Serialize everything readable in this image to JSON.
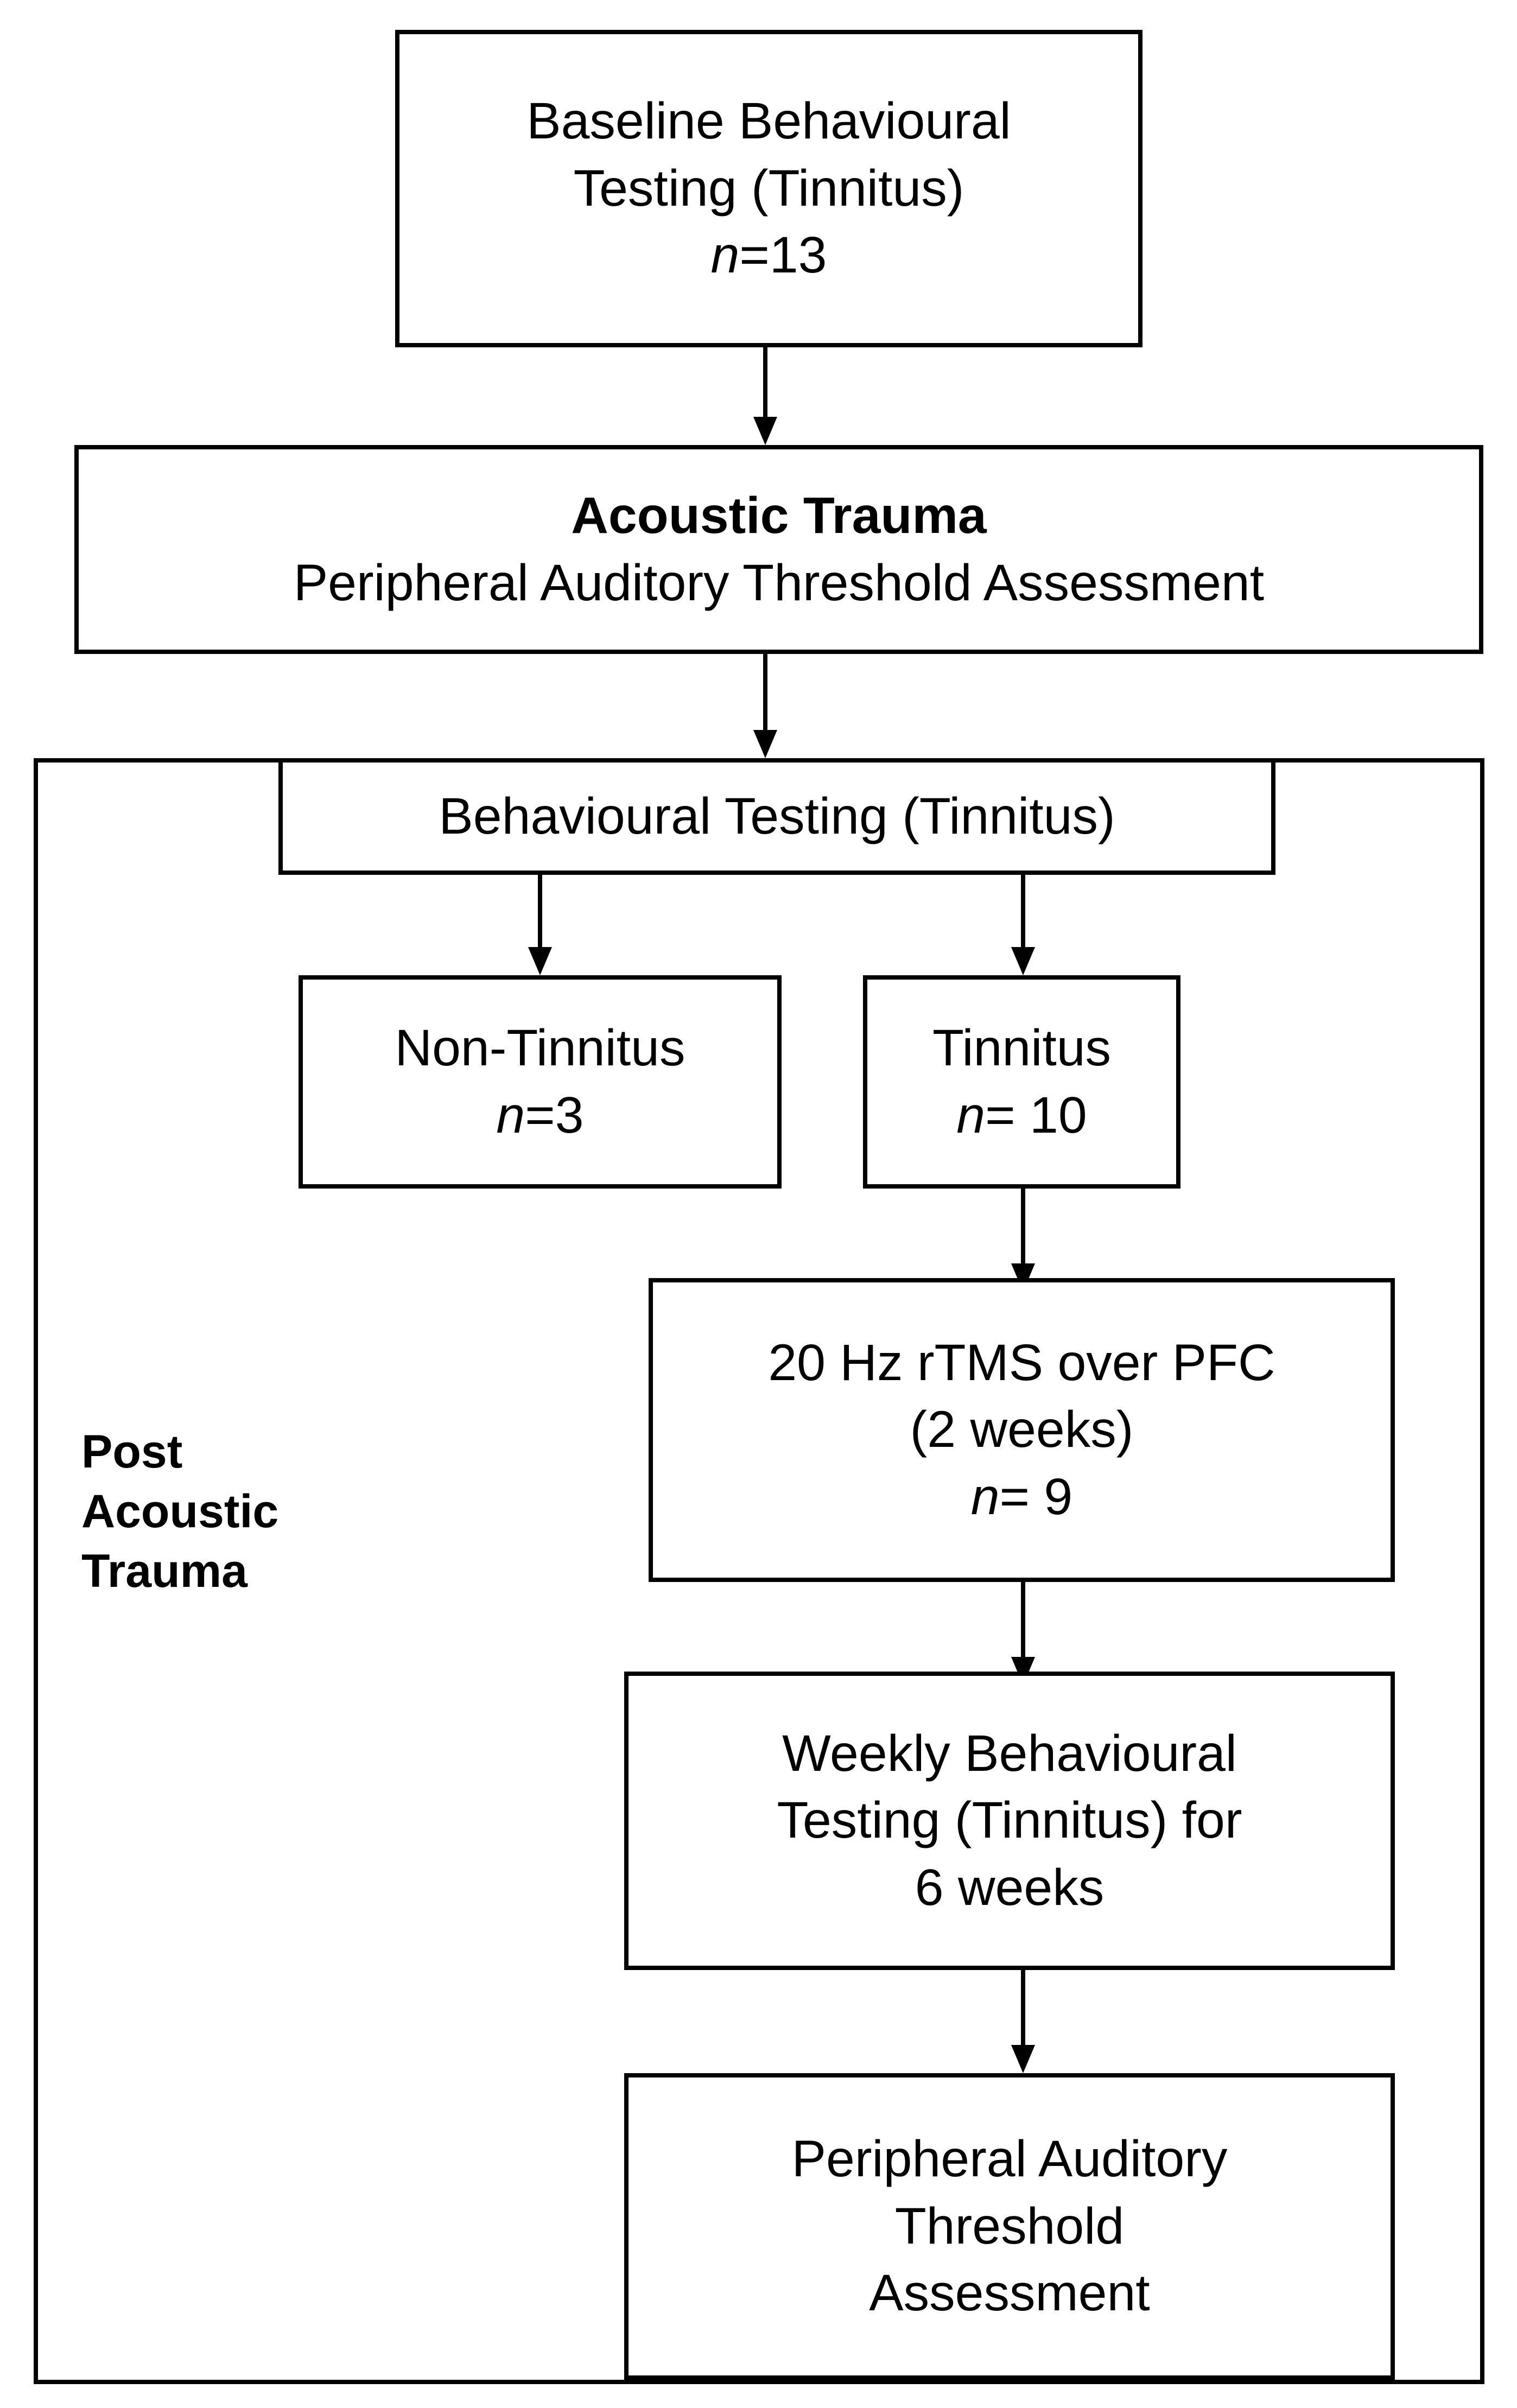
{
  "figure": {
    "type": "experimental-flowchart",
    "title_visible": false,
    "background_color": "#ffffff",
    "line_color": "#000000",
    "text_color": "#000000"
  },
  "nodes": {
    "baseline_testing": {
      "lines": [
        "Baseline Behavioural",
        "Testing (Tinnitus)"
      ],
      "n_prefix": "n",
      "n_value": "=13"
    },
    "acoustic_trauma": {
      "title": "Acoustic Trauma",
      "subtitle": "Peripheral Auditory Threshold Assessment"
    },
    "post_acoustic_trauma_label": {
      "lines": [
        "Post",
        "Acoustic",
        "Trauma"
      ]
    },
    "behavioural_testing": {
      "lines": [
        "Behavioural Testing (Tinnitus)"
      ]
    },
    "non_tinnitus": {
      "lines": [
        "Non-Tinnitus"
      ],
      "n_prefix": "n",
      "n_value": "=3"
    },
    "tinnitus": {
      "lines": [
        "Tinnitus"
      ],
      "n_prefix": "n",
      "n_value": "= 10"
    },
    "rtms": {
      "lines": [
        "20 Hz rTMS over PFC",
        "(2 weeks)"
      ],
      "n_prefix": "n",
      "n_value": "= 9"
    },
    "weekly_testing": {
      "lines": [
        "Weekly Behavioural",
        "Testing (Tinnitus) for",
        "6 weeks"
      ]
    },
    "peripheral_assessment": {
      "lines": [
        "Peripheral Auditory",
        "Threshold",
        "Assessment"
      ]
    }
  },
  "edges": [
    {
      "name": "baseline-to-trauma",
      "from": "baseline_testing",
      "to": "acoustic_trauma"
    },
    {
      "name": "trauma-to-behavioural",
      "from": "acoustic_trauma",
      "to": "behavioural_testing"
    },
    {
      "name": "behavioural-to-non-tinnitus",
      "from": "behavioural_testing",
      "to": "non_tinnitus"
    },
    {
      "name": "behavioural-to-tinnitus",
      "from": "behavioural_testing",
      "to": "tinnitus"
    },
    {
      "name": "tinnitus-to-rtms",
      "from": "tinnitus",
      "to": "rtms"
    },
    {
      "name": "rtms-to-weekly",
      "from": "rtms",
      "to": "weekly_testing"
    },
    {
      "name": "weekly-to-peripheral",
      "from": "weekly_testing",
      "to": "peripheral_assessment"
    }
  ]
}
